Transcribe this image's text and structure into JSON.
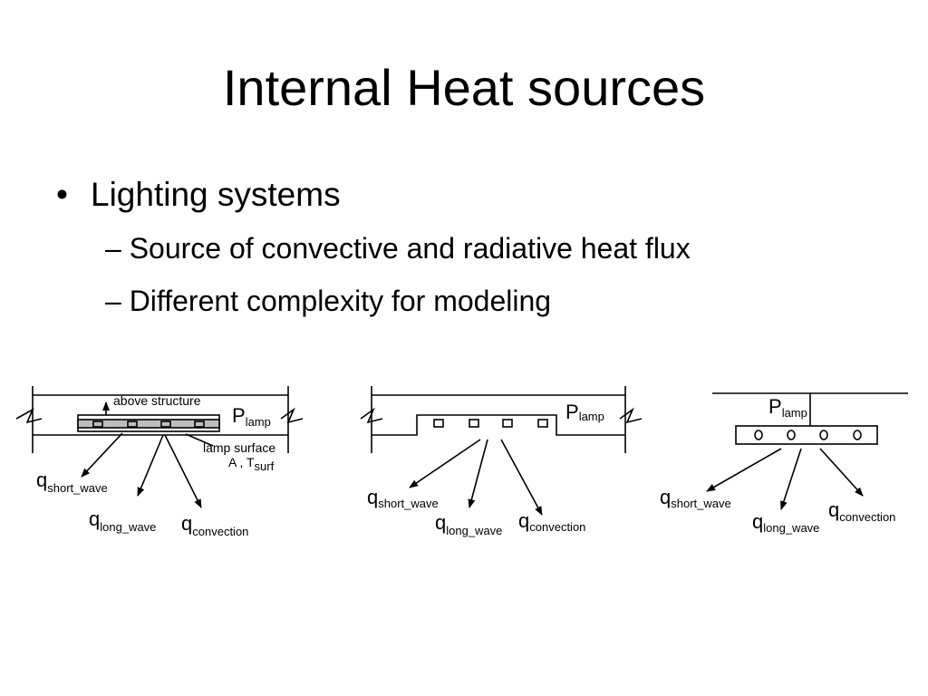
{
  "slide": {
    "title": "Internal Heat sources",
    "bullet_glyph": "•",
    "bullet": "Lighting systems",
    "sub_items": [
      "– Source of convective and radiative heat flux",
      "– Different complexity for modeling"
    ]
  },
  "figure1": {
    "above_label": "above structure",
    "p_symbol": "P",
    "p_sub": "lamp",
    "surface_label": "lamp surface",
    "area_label": "A , T",
    "area_sub": "surf",
    "q1_sub": "short_wave",
    "q2_sub": "long_wave",
    "q3_sub": "convection"
  },
  "figure2": {
    "p_symbol": "P",
    "p_sub": "lamp",
    "q1_sub": "short_wave",
    "q2_sub": "long_wave",
    "q3_sub": "convection"
  },
  "figure3": {
    "p_symbol": "P",
    "p_sub": "lamp",
    "q1_sub": "short_wave",
    "q2_sub": "long_wave",
    "q3_sub": "convection"
  },
  "q_symbol": "q"
}
